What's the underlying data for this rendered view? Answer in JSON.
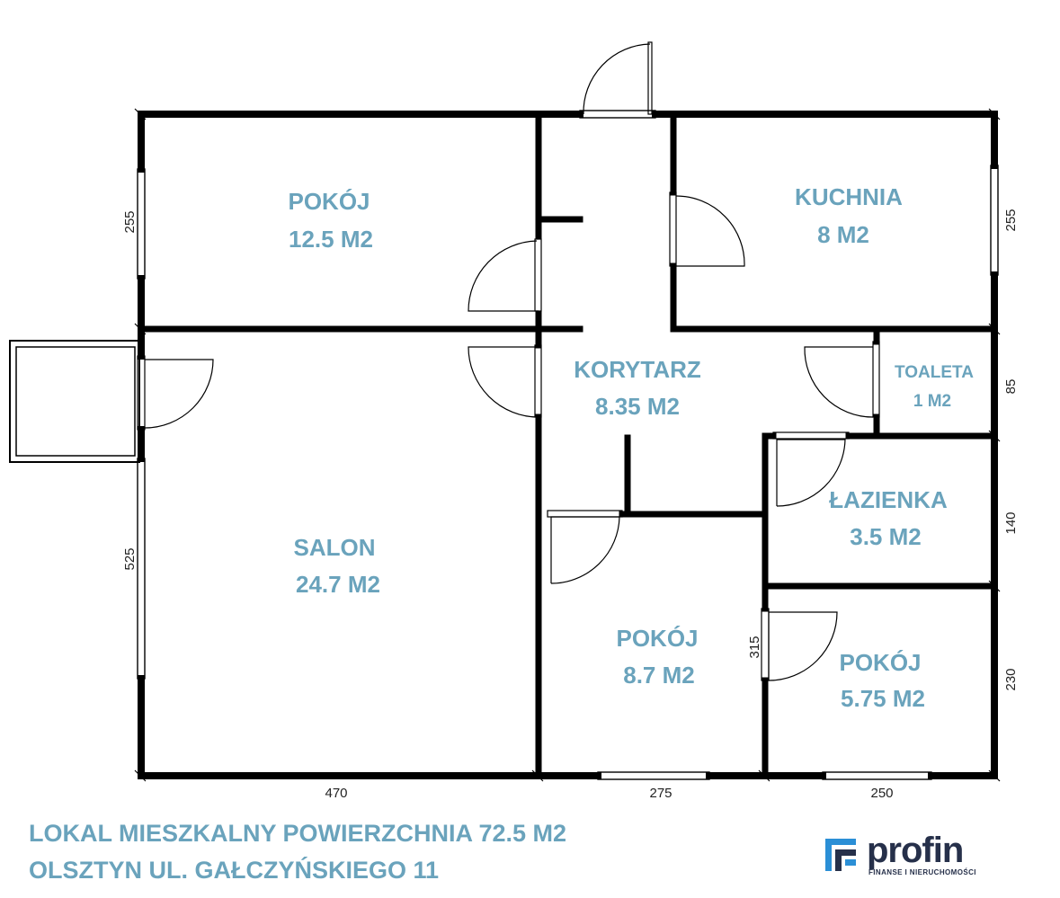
{
  "rooms": {
    "pokoj_1": {
      "name": "POKÓJ",
      "area": "12.5 M2"
    },
    "kuchnia": {
      "name": "KUCHNIA",
      "area": "8 M2"
    },
    "korytarz": {
      "name": "KORYTARZ",
      "area": "8.35 M2"
    },
    "toaleta": {
      "name": "TOALETA",
      "area": "1 M2"
    },
    "lazienka": {
      "name": "ŁAZIENKA",
      "area": "3.5 M2"
    },
    "salon": {
      "name": "SALON",
      "area": "24.7 M2"
    },
    "pokoj_2": {
      "name": "POKÓJ",
      "area": "8.7 M2"
    },
    "pokoj_3": {
      "name": "POKÓJ",
      "area": "5.75 M2"
    }
  },
  "dimensions": {
    "left_top": "255",
    "left_bottom": "525",
    "right_top": "255",
    "right_toaleta": "85",
    "right_lazienka": "140",
    "right_bottom": "230",
    "inner_pokoj": "315",
    "bottom_salon": "470",
    "bottom_pokoj": "275",
    "bottom_right": "250"
  },
  "footer": {
    "line1": "LOKAL MIESZKALNY POWIERZCHNIA 72.5 M2",
    "line2": "OLSZTYN UL. GAŁCZYŃSKIEGO 11"
  },
  "logo": {
    "word": "profin",
    "tagline": "FINANSE I NIERUCHOMOŚCI"
  },
  "colors": {
    "label": "#6aa3bc",
    "logo": "#26304a",
    "logo_accent": "#2b8fd6"
  }
}
